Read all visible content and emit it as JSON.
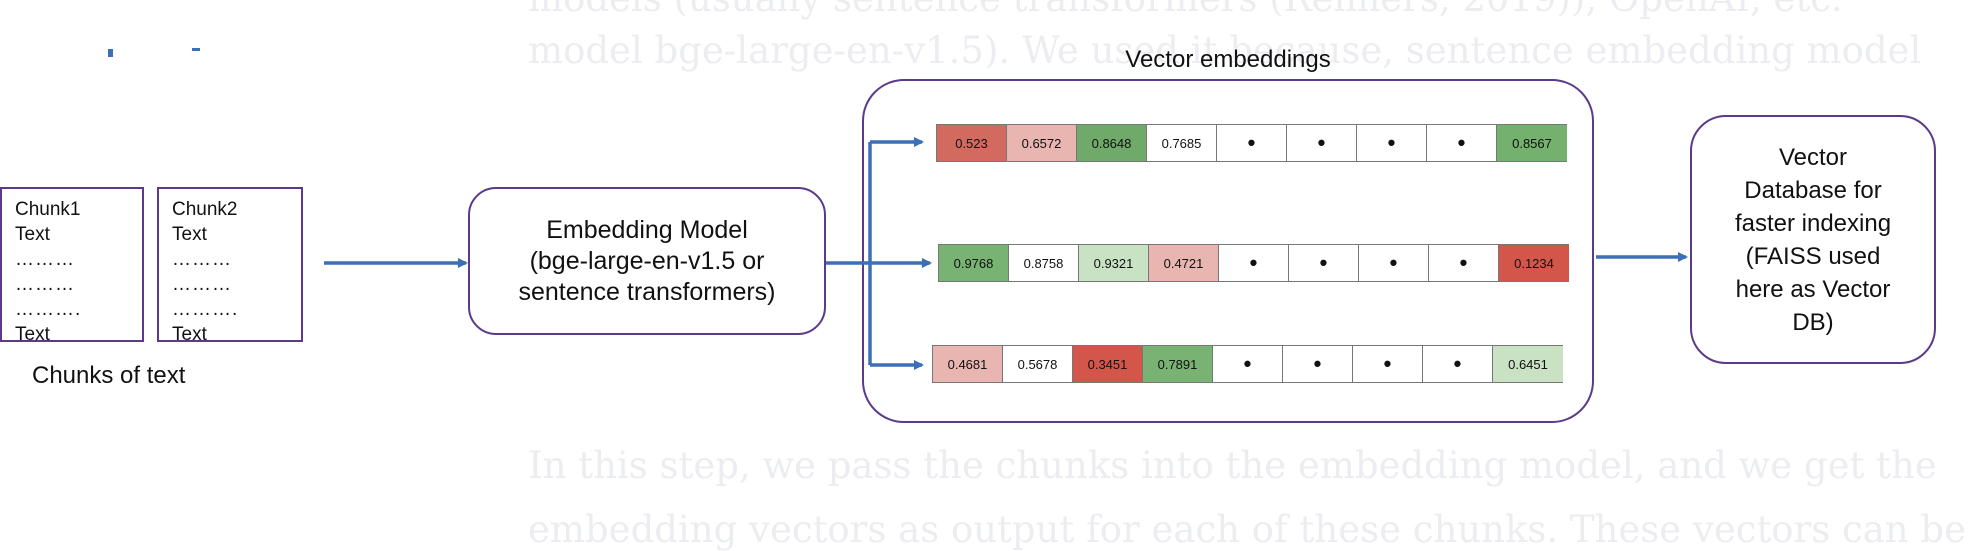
{
  "background_text": {
    "top_line_1": "models (usually sentence transformers (Reimers, 2019)), OpenAI, etc.",
    "top_line_2": "model bge-large-en-v1.5). We used it because, sentence embedding model",
    "bottom_line_1": "In this step, we pass the chunks into the embedding model, and we get the",
    "bottom_line_2": "embedding vectors as output for each of these chunks. These vectors can be"
  },
  "chunks": [
    {
      "title": "Chunk1",
      "line1": "Text",
      "dots1": "………",
      "dots2": "………",
      "dots3": "……….",
      "last": "Text"
    },
    {
      "title": "Chunk2",
      "line1": "Text",
      "dots1": "………",
      "dots2": "………",
      "dots3": "……….",
      "last": "Text"
    }
  ],
  "chunks_caption": "Chunks of text",
  "embedding_model": {
    "line1": "Embedding Model",
    "line2": "(bge-large-en-v1.5 or",
    "line3": "sentence transformers)"
  },
  "vector_embeddings": {
    "title": "Vector embeddings",
    "rows": [
      {
        "cells": [
          {
            "text": "0.523",
            "color": "#d26a5f"
          },
          {
            "text": "0.6572",
            "color": "#e9b5b0"
          },
          {
            "text": "0.8648",
            "color": "#6faa6a"
          },
          {
            "text": "0.7685",
            "color": "#ffffff"
          },
          {
            "text": "•",
            "color": "#ffffff"
          },
          {
            "text": "•",
            "color": "#ffffff"
          },
          {
            "text": "•",
            "color": "#ffffff"
          },
          {
            "text": "•",
            "color": "#ffffff"
          },
          {
            "text": "0.8567",
            "color": "#74b06e"
          }
        ]
      },
      {
        "cells": [
          {
            "text": "0.9768",
            "color": "#79b373"
          },
          {
            "text": "0.8758",
            "color": "#ffffff"
          },
          {
            "text": "0.9321",
            "color": "#c9e2c4"
          },
          {
            "text": "0.4721",
            "color": "#e9b5b0"
          },
          {
            "text": "•",
            "color": "#ffffff"
          },
          {
            "text": "•",
            "color": "#ffffff"
          },
          {
            "text": "•",
            "color": "#ffffff"
          },
          {
            "text": "•",
            "color": "#ffffff"
          },
          {
            "text": "0.1234",
            "color": "#d4564b"
          }
        ]
      },
      {
        "cells": [
          {
            "text": "0.4681",
            "color": "#e9b5b0"
          },
          {
            "text": "0.5678",
            "color": "#ffffff"
          },
          {
            "text": "0.3451",
            "color": "#d4564b"
          },
          {
            "text": "0.7891",
            "color": "#79b373"
          },
          {
            "text": "•",
            "color": "#ffffff"
          },
          {
            "text": "•",
            "color": "#ffffff"
          },
          {
            "text": "•",
            "color": "#ffffff"
          },
          {
            "text": "•",
            "color": "#ffffff"
          },
          {
            "text": "0.6451",
            "color": "#c9e2c4"
          }
        ]
      }
    ]
  },
  "vector_db": {
    "line1": "Vector",
    "line2": "Database for",
    "line3": "faster indexing",
    "line4": "(FAISS used",
    "line5": "here as Vector",
    "line6": "DB)"
  },
  "colors": {
    "arrow": "#3b6fb6",
    "box_border": "#5b3a8c"
  }
}
